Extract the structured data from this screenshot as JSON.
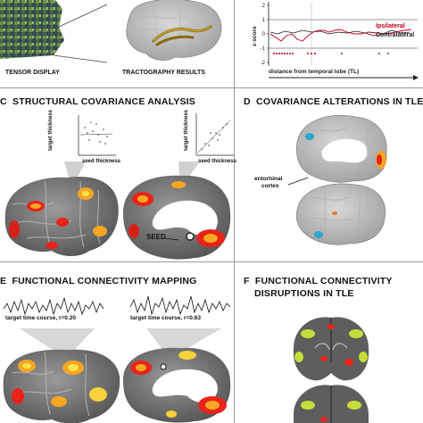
{
  "panels": {
    "A": {
      "caption_left": "TENSOR DISPLAY",
      "caption_right": "TRACTOGRAPHY RESULTS"
    },
    "B": {
      "chart": {
        "y_label": "z-score",
        "x_label": "distance from temporal lobe (TL)",
        "y_ticks": [
          "2",
          "1",
          "0",
          "-1",
          "-2"
        ],
        "legend": [
          "Ipsilateral",
          "Contralateral"
        ]
      }
    },
    "C": {
      "letter": "C",
      "title": "STRUCTURAL COVARIANCE ANALYSIS",
      "scatter_y_label": "target thickness",
      "scatter_x_label": "seed thickness",
      "seed_label": "SEED"
    },
    "D": {
      "letter": "D",
      "title": "COVARIANCE ALTERATIONS IN TLE",
      "region_label_1": "entorhinal",
      "region_label_2": "cortex"
    },
    "E": {
      "letter": "E",
      "title": "FUNCTIONAL CONNECTIVITY MAPPING",
      "trace_1": "target time course, r=0.20",
      "trace_2": "target time course, r=0.63"
    },
    "F": {
      "letter": "F",
      "title_line_1": "FUNCTIONAL CONNECTIVITY",
      "title_line_2": "DISRUPTIONS IN TLE"
    }
  },
  "colors": {
    "ipsilateral": "#c0001a",
    "contralateral": "#1a1a1a",
    "divider": "#9a9a9a",
    "brain": "#8a8a8a",
    "hot": "#e8241a",
    "warm": "#f5a623",
    "cool": "#2aa6c8",
    "yellowgreen": "#c9dc3a"
  }
}
